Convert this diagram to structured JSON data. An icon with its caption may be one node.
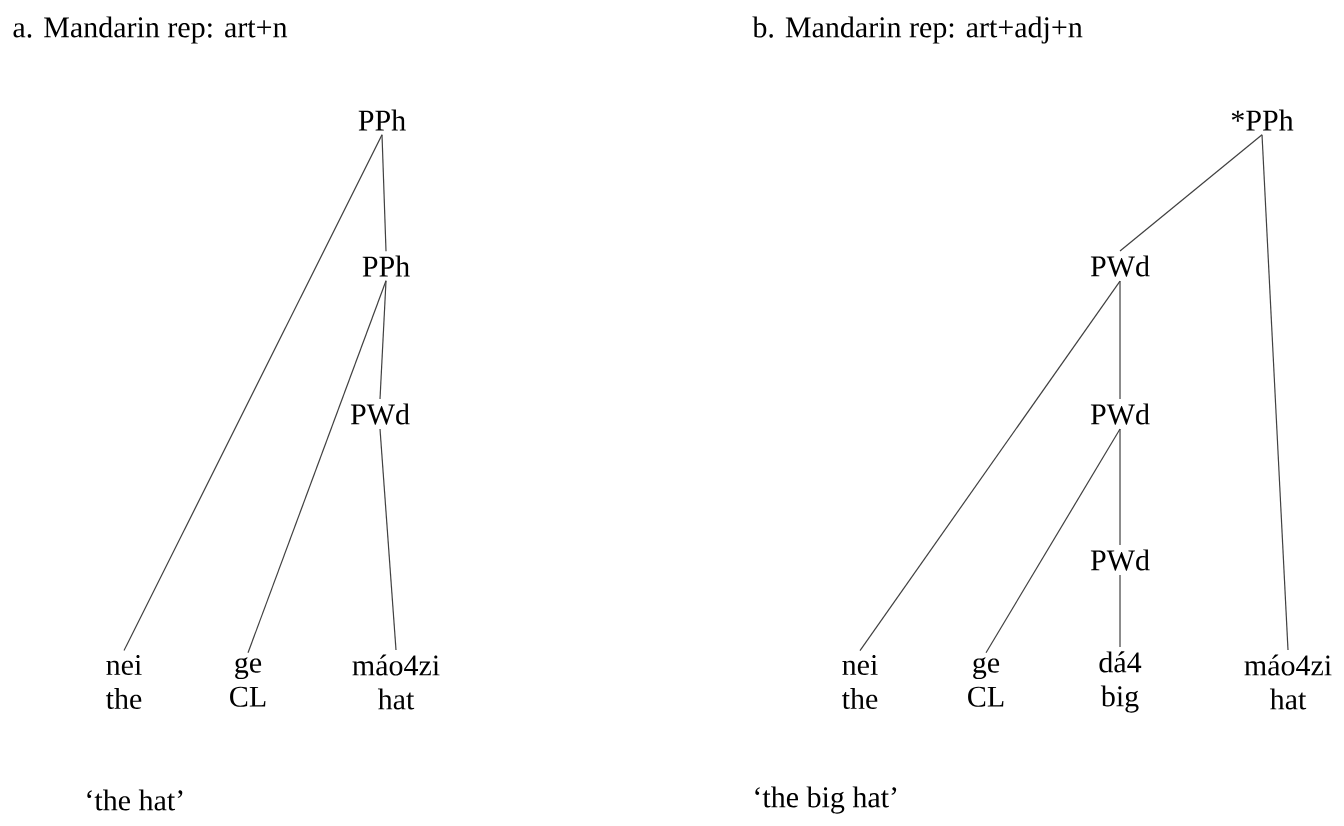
{
  "diagram": {
    "nodes": [
      {
        "text": [
          "PPh"
        ]
      },
      {
        "text": [
          "PPh"
        ]
      },
      {
        "text": [
          "PWd"
        ]
      },
      {
        "text": [
          "nei",
          "the"
        ]
      },
      {
        "text": [
          "ge",
          "CL"
        ]
      },
      {
        "text": [
          "máo4zi",
          "hat"
        ]
      },
      {
        "text": [
          "*PPh"
        ]
      },
      {
        "text": [
          "PWd"
        ]
      },
      {
        "text": [
          "PWd"
        ]
      },
      {
        "text": [
          "PWd"
        ]
      },
      {
        "text": [
          "nei",
          "the"
        ]
      },
      {
        "text": [
          "ge",
          "CL"
        ]
      },
      {
        "text": [
          "dá4",
          "big"
        ]
      },
      {
        "text": [
          "máo4zi",
          "hat"
        ]
      }
    ],
    "edges": [
      {
        "from": 0,
        "to": 3,
        "arrow": "none"
      },
      {
        "from": 0,
        "to": 1,
        "arrow": "none"
      },
      {
        "from": 1,
        "to": 4,
        "arrow": "none"
      },
      {
        "from": 1,
        "to": 2,
        "arrow": "none"
      },
      {
        "from": 2,
        "to": 5,
        "arrow": "none"
      },
      {
        "from": 6,
        "to": 7,
        "arrow": "none"
      },
      {
        "from": 6,
        "to": 13,
        "arrow": "none"
      },
      {
        "from": 7,
        "to": 10,
        "arrow": "none"
      },
      {
        "from": 7,
        "to": 8,
        "arrow": "none"
      },
      {
        "from": 8,
        "to": 11,
        "arrow": "none"
      },
      {
        "from": 8,
        "to": 9,
        "arrow": "none"
      },
      {
        "from": 9,
        "to": 12,
        "arrow": "none"
      }
    ],
    "labels": [
      "a. Mandarin rep: art+n",
      "b. Mandarin rep: art+adj+n",
      "‘the hat’",
      "‘the big hat’"
    ]
  }
}
